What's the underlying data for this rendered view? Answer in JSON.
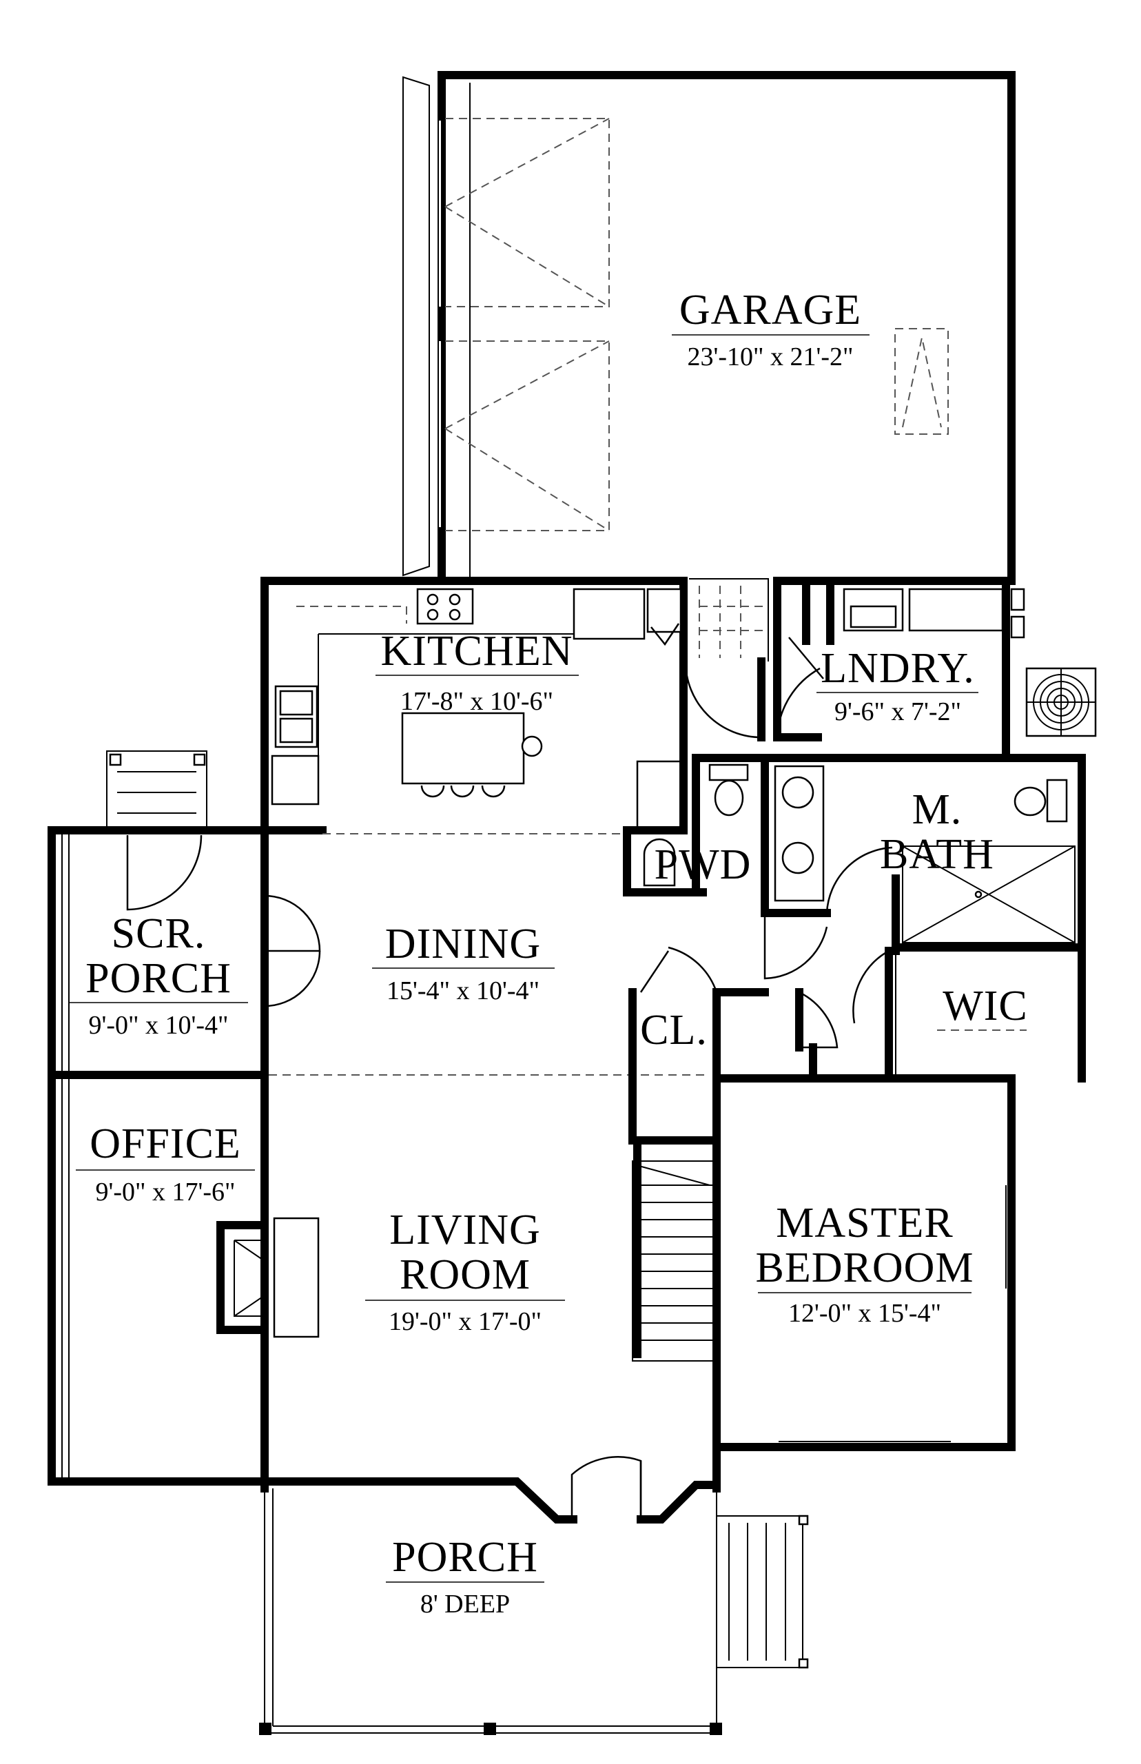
{
  "rooms": {
    "garage": {
      "name": "GARAGE",
      "dims": "23'-10\" x 21'-2\""
    },
    "kitchen": {
      "name": "KITCHEN",
      "dims": "17'-8\" x 10'-6\""
    },
    "laundry": {
      "name": "LNDRY.",
      "dims": "9'-6\" x 7'-2\""
    },
    "mbath": {
      "name_line1": "M.",
      "name_line2": "BATH"
    },
    "powder": {
      "name": "PWD"
    },
    "scrporch": {
      "name_line1": "SCR.",
      "name_line2": "PORCH",
      "dims": "9'-0\" x 10'-4\""
    },
    "dining": {
      "name": "DINING",
      "dims": "15'-4\" x 10'-4\""
    },
    "closet": {
      "name": "CL."
    },
    "wic": {
      "name": "WIC"
    },
    "office": {
      "name": "OFFICE",
      "dims": "9'-0\" x 17'-6\""
    },
    "living": {
      "name_line1": "LIVING",
      "name_line2": "ROOM",
      "dims": "19'-0\" x 17'-0\""
    },
    "master": {
      "name_line1": "MASTER",
      "name_line2": "BEDROOM",
      "dims": "12'-0\" x 15'-4\""
    },
    "porch": {
      "name": "PORCH",
      "dims": "8' DEEP"
    }
  },
  "colors": {
    "ink": "#000000",
    "paper": "#ffffff"
  }
}
